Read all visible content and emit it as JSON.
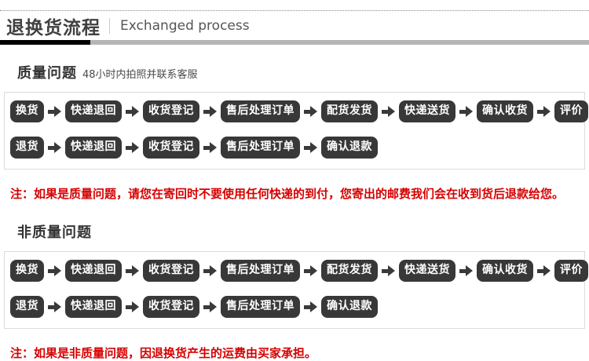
{
  "header": {
    "title": "退换货流程",
    "subtitle": "Exchanged process"
  },
  "colors": {
    "badge_background": "#383838",
    "badge_text": "#ffffff",
    "note_red": "#d60000",
    "bar_black": "#000000",
    "bar_gray": "#b5b5b5",
    "box_border": "#dcdcdc"
  },
  "sections": [
    {
      "heading": "质量问题",
      "subheading": "48小时内拍照并联系客服",
      "flows": [
        [
          "换货",
          "快递退回",
          "收货登记",
          "售后处理订单",
          "配货发货",
          "快递送货",
          "确认收货",
          "评价"
        ],
        [
          "退货",
          "快递退回",
          "收货登记",
          "售后处理订单",
          "确认退款"
        ]
      ],
      "note": "注：如果是质量问题，请您在寄回时不要使用任何快递的到付，您寄出的邮费我们会在收到货后退款给您。"
    },
    {
      "heading": "非质量问题",
      "subheading": "",
      "flows": [
        [
          "换货",
          "快递退回",
          "收货登记",
          "售后处理订单",
          "配货发货",
          "快递送货",
          "确认收货",
          "评价"
        ],
        [
          "退货",
          "快递退回",
          "收货登记",
          "售后处理订单",
          "确认退款"
        ]
      ],
      "note": "注：如果是非质量问题，因退换货产生的运费由买家承担。"
    }
  ]
}
